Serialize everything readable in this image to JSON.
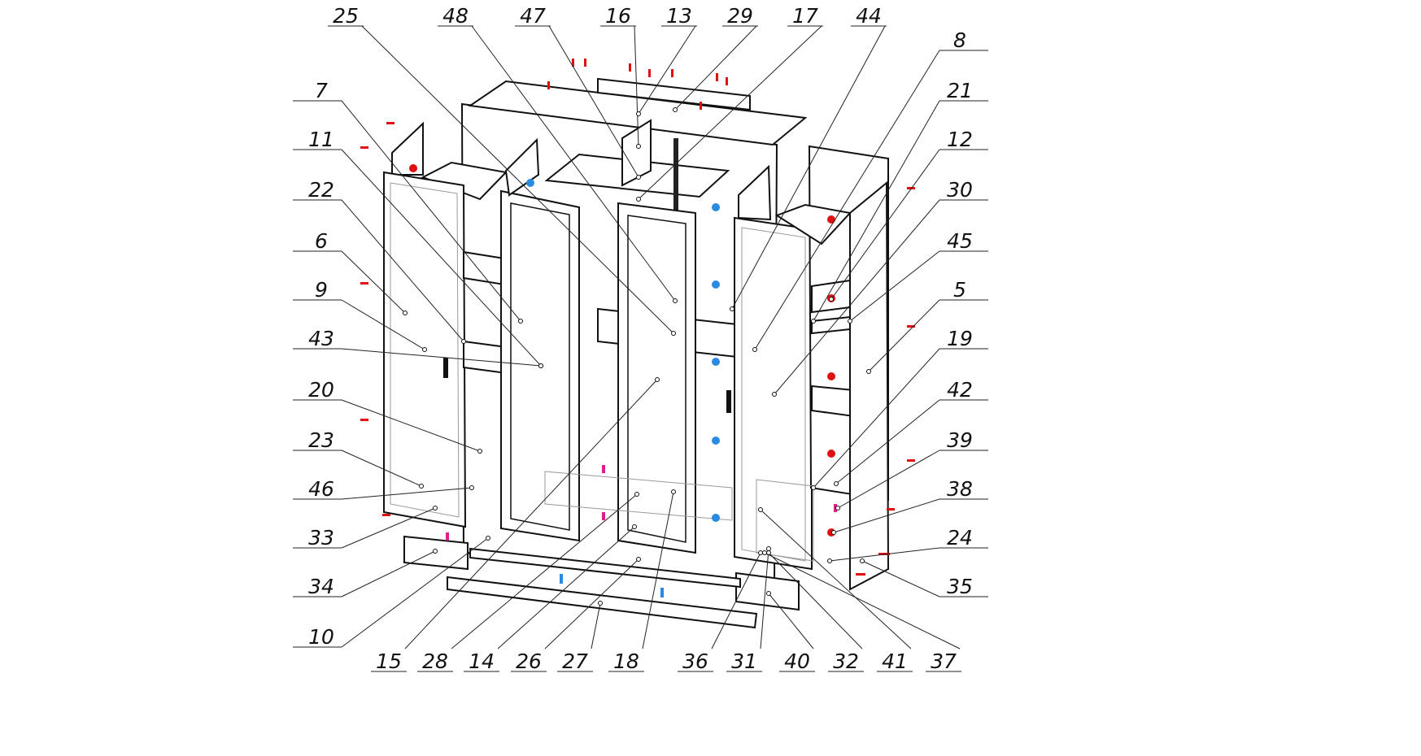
{
  "diagram": {
    "title": "Wardrobe exploded assembly view",
    "colors": {
      "line": "#111111",
      "fastener_red": "#e01010",
      "fastener_blue": "#2a8ae0",
      "fastener_pink": "#e0208a"
    },
    "part_labels": {
      "top": [
        "25",
        "48",
        "47",
        "16",
        "13",
        "29",
        "17",
        "44"
      ],
      "left": [
        "7",
        "11",
        "22",
        "6",
        "9",
        "43",
        "20",
        "23",
        "46",
        "33",
        "34",
        "10"
      ],
      "right": [
        "8",
        "21",
        "12",
        "30",
        "45",
        "5",
        "19",
        "42",
        "39",
        "38",
        "24",
        "35"
      ],
      "bottom": [
        "15",
        "28",
        "14",
        "26",
        "27",
        "18",
        "36",
        "31",
        "40",
        "32",
        "41",
        "37"
      ]
    }
  }
}
